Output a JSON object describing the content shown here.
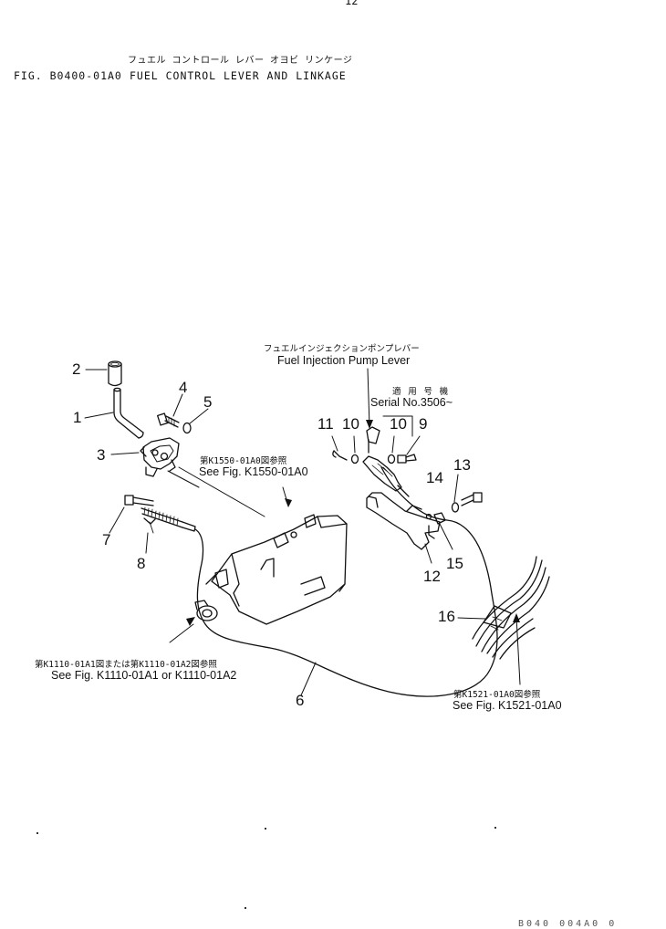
{
  "header": {
    "top_mark": "12",
    "title_jp": "フュエル コントロール レバー オヨビ リンケージ",
    "figure_id": "FIG. B0400-01A0",
    "title": "FUEL CONTROL LEVER AND LINKAGE"
  },
  "callouts": {
    "injection_pump_jp": "フュエルインジェクションポンプレバー",
    "injection_pump": "Fuel Injection Pump Lever",
    "serial_jp": "適 用 号 機",
    "serial": "Serial No.3506~",
    "ref_k1550_jp": "第K1550-01A0図参照",
    "ref_k1550": "See Fig. K1550-01A0",
    "ref_k1110_jp": "第K1110-01A1図または第K1110-01A2図参照",
    "ref_k1110": "See Fig. K1110-01A1 or K1110-01A2",
    "ref_k1521_jp": "第K1521-01A0図参照",
    "ref_k1521": "See Fig. K1521-01A0"
  },
  "part_numbers": [
    "1",
    "2",
    "3",
    "4",
    "5",
    "6",
    "7",
    "8",
    "9",
    "10",
    "10",
    "11",
    "12",
    "13",
    "14",
    "15",
    "16"
  ],
  "footer": {
    "code": "B040 004A0 0"
  }
}
